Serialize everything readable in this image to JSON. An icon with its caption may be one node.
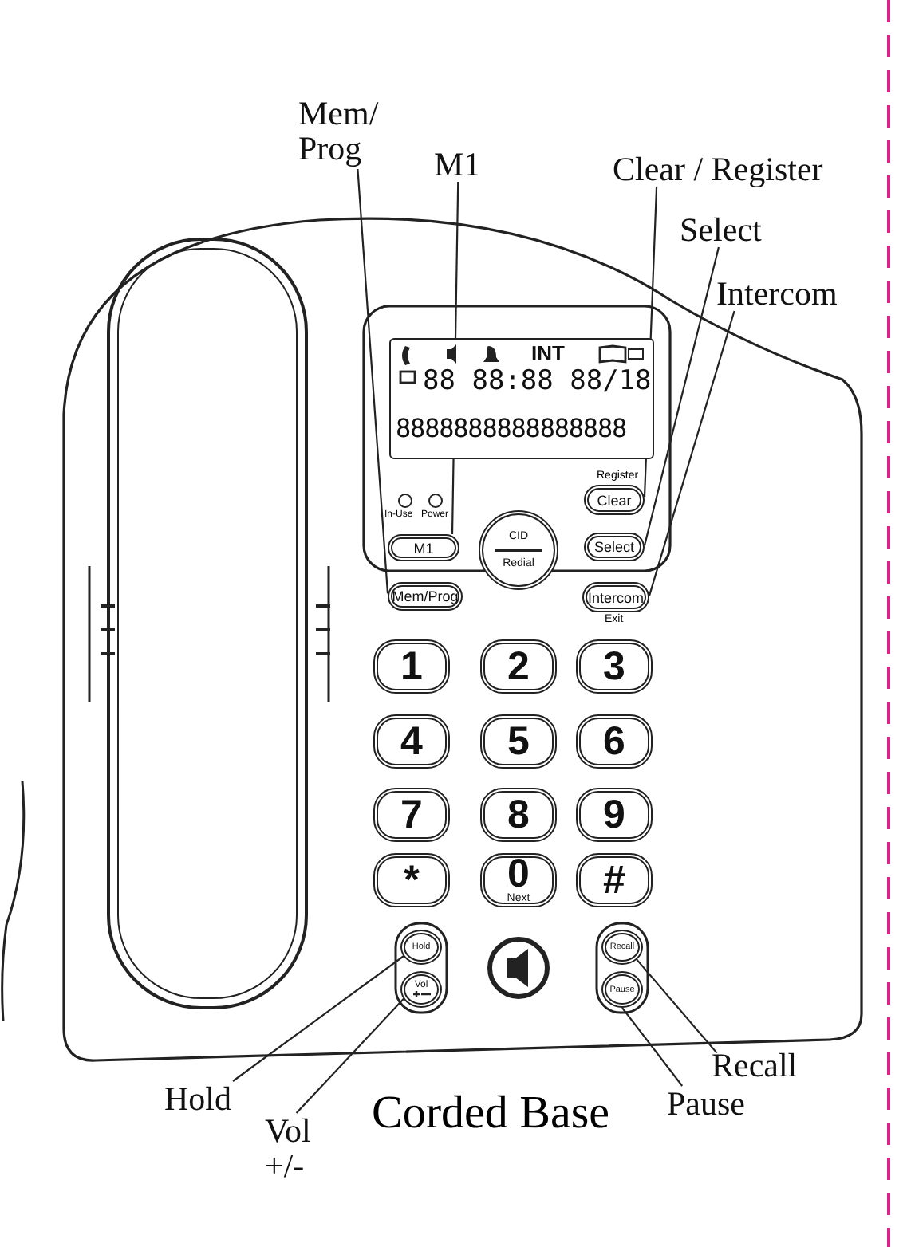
{
  "diagram": {
    "caption": "Corded Base",
    "nodes": [
      {
        "text": [
          "Mem/ Prog"
        ]
      },
      {
        "text": [
          "M1"
        ]
      },
      {
        "text": [
          "Clear / Register"
        ]
      },
      {
        "text": [
          "Select"
        ]
      },
      {
        "text": [
          "Intercom"
        ]
      },
      {
        "text": [
          "INT",
          "88 88:88 88/18",
          "8888888888888888"
        ]
      },
      {
        "text": [
          "Clear"
        ],
        "beside": [
          "Register"
        ]
      },
      {
        "text": [
          "M1"
        ]
      },
      {
        "text": [
          "CID",
          "Redial"
        ]
      },
      {
        "text": [
          "Select"
        ]
      },
      {
        "text": [
          "Mem/Prog"
        ]
      },
      {
        "text": [
          "Intercom"
        ],
        "beside": [
          "Exit"
        ]
      },
      {
        "text": [
          "1"
        ]
      },
      {
        "text": [
          "2"
        ]
      },
      {
        "text": [
          "3"
        ]
      },
      {
        "text": [
          "4"
        ]
      },
      {
        "text": [
          "5"
        ]
      },
      {
        "text": [
          "6"
        ]
      },
      {
        "text": [
          "7"
        ]
      },
      {
        "text": [
          "8"
        ]
      },
      {
        "text": [
          "9"
        ]
      },
      {
        "text": [
          "*"
        ]
      },
      {
        "text": [
          "0",
          "Next"
        ]
      },
      {
        "text": [
          "#"
        ]
      },
      {
        "text": [
          "Hold"
        ]
      },
      {
        "text": [
          "Vol"
        ]
      },
      {
        "text": [
          "Recall"
        ]
      },
      {
        "text": [
          "Pause"
        ]
      },
      {
        "text": [
          "Hold"
        ]
      },
      {
        "text": [
          "Vol +/-"
        ]
      },
      {
        "text": [
          "Recall"
        ]
      },
      {
        "text": [
          "Pause"
        ]
      }
    ],
    "edges": [
      {
        "from": 0,
        "to": 10,
        "arrow": "none"
      },
      {
        "from": 1,
        "to": 7,
        "arrow": "none"
      },
      {
        "from": 2,
        "to": 6,
        "arrow": "none"
      },
      {
        "from": 3,
        "to": 9,
        "arrow": "none"
      },
      {
        "from": 4,
        "to": 11,
        "arrow": "none"
      },
      {
        "from": 28,
        "to": 24,
        "arrow": "none"
      },
      {
        "from": 29,
        "to": 25,
        "arrow": "none"
      },
      {
        "from": 30,
        "to": 26,
        "arrow": "none"
      },
      {
        "from": 31,
        "to": 27,
        "arrow": "none"
      }
    ],
    "labels": [
      "In-Use",
      "Power"
    ]
  }
}
